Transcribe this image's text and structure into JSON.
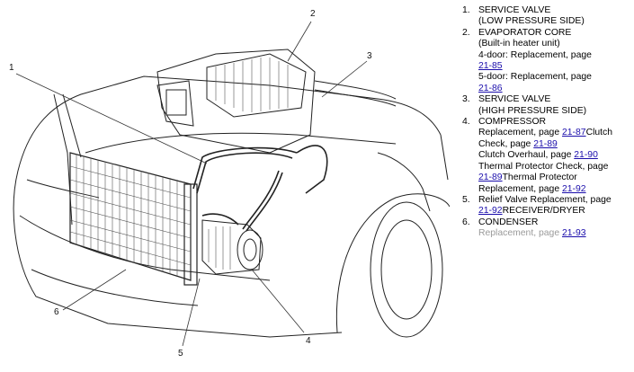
{
  "callouts": [
    "1",
    "2",
    "3",
    "4",
    "5",
    "6"
  ],
  "legend": [
    {
      "num": "1.",
      "lines": [
        [
          {
            "t": "SERVICE VALVE"
          }
        ],
        [
          {
            "t": "(LOW PRESSURE SIDE)"
          }
        ]
      ]
    },
    {
      "num": "2.",
      "lines": [
        [
          {
            "t": "EVAPORATOR CORE"
          }
        ],
        [
          {
            "t": "(Built-in heater unit)"
          }
        ],
        [
          {
            "t": "4-door: Replacement, page"
          }
        ],
        [
          {
            "t": "21-85",
            "link": true
          }
        ],
        [
          {
            "t": "5-door: Replacement, page"
          }
        ],
        [
          {
            "t": "21-86",
            "link": true
          }
        ]
      ]
    },
    {
      "num": "3.",
      "lines": [
        [
          {
            "t": "SERVICE VALVE"
          }
        ],
        [
          {
            "t": "(HIGH PRESSURE SIDE)"
          }
        ]
      ]
    },
    {
      "num": "4.",
      "lines": [
        [
          {
            "t": "COMPRESSOR"
          }
        ],
        [
          {
            "t": "Replacement, page "
          },
          {
            "t": "21-87",
            "link": true
          },
          {
            "t": "Clutch"
          }
        ],
        [
          {
            "t": "Check, page "
          },
          {
            "t": "21-89",
            "link": true
          }
        ],
        [
          {
            "t": "Clutch Overhaul, page "
          },
          {
            "t": "21-90",
            "link": true
          }
        ],
        [
          {
            "t": "Thermal Protector Check, page"
          }
        ],
        [
          {
            "t": "21-89",
            "link": true
          },
          {
            "t": "Thermal Protector"
          }
        ],
        [
          {
            "t": "Replacement, page "
          },
          {
            "t": "21-92",
            "link": true
          }
        ]
      ]
    },
    {
      "num": "5.",
      "lines": [
        [
          {
            "t": "Relief Valve Replacement, page"
          }
        ],
        [
          {
            "t": "21-92",
            "link": true
          },
          {
            "t": "RECEIVER/DRYER"
          }
        ]
      ]
    },
    {
      "num": "6.",
      "lines": [
        [
          {
            "t": "CONDENSER"
          }
        ],
        [
          {
            "t": "Replacement, page ",
            "gray": true
          },
          {
            "t": "21-93",
            "link": true
          }
        ]
      ]
    }
  ]
}
